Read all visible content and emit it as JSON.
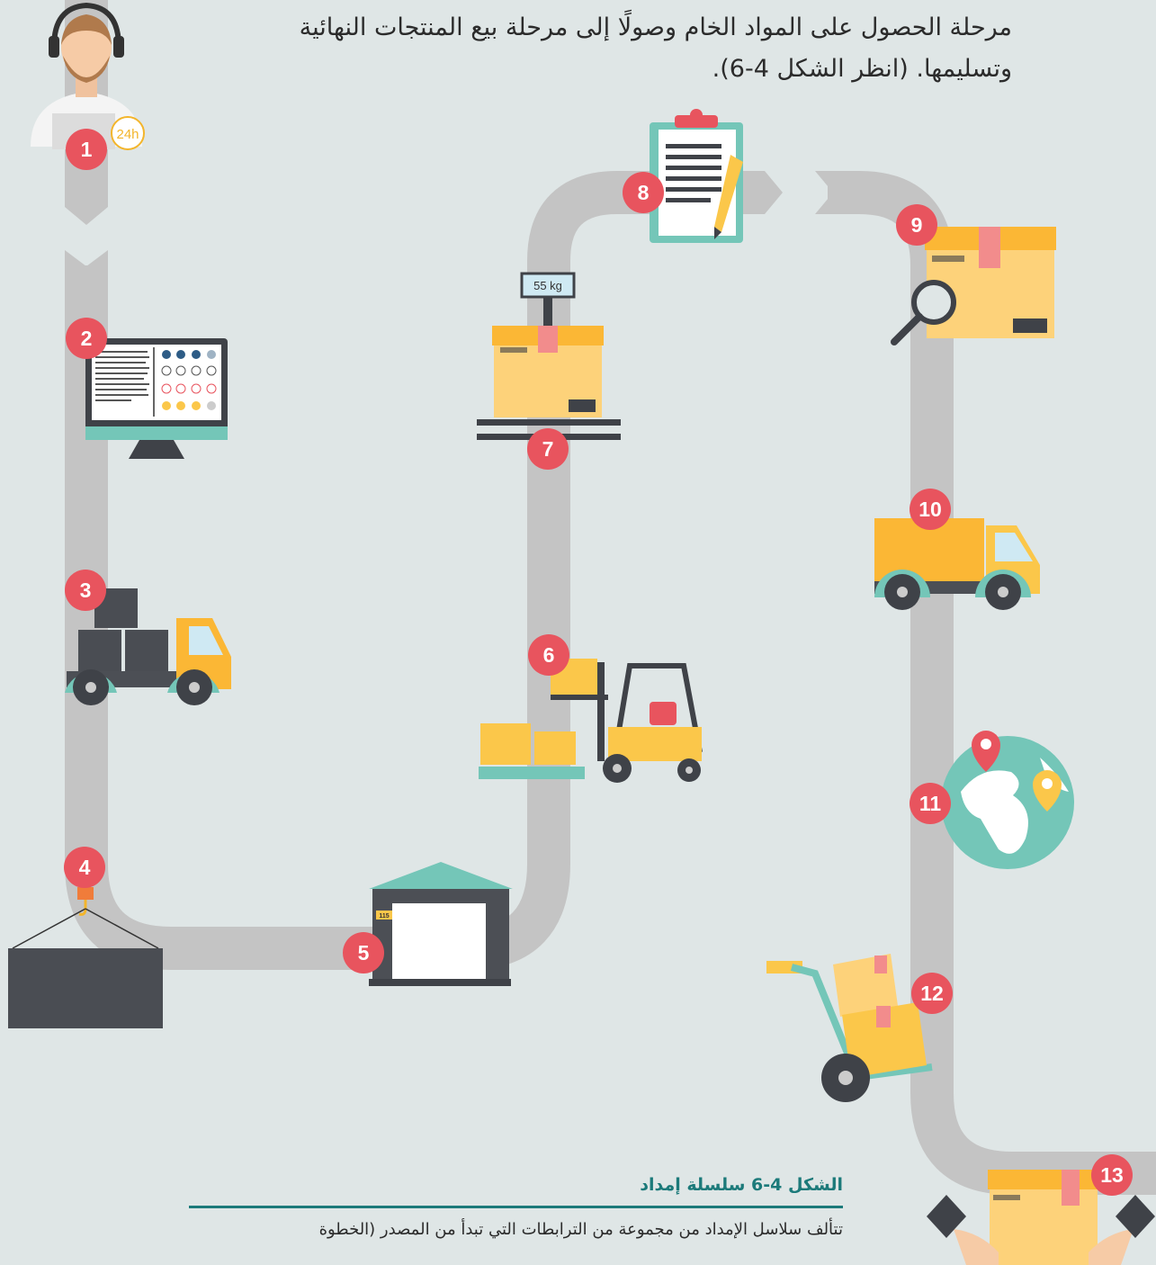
{
  "intro": {
    "line1": "مرحلة الحصول على المواد الخام وصولًا إلى مرحلة بيع المنتجات النهائية",
    "line2": "وتسليمها. (انظر الشكل 4-6)."
  },
  "figure": {
    "caption": "الشكل 4-6 سلسلة إمداد",
    "scale_label": "55 kg",
    "clock_label": "24h",
    "warehouse_label": "115",
    "steps": [
      "1",
      "2",
      "3",
      "4",
      "5",
      "6",
      "7",
      "8",
      "9",
      "10",
      "11",
      "12",
      "13"
    ]
  },
  "body": {
    "text": "تتألف سلاسل الإمداد من مجموعة من الترابطات التي تبدأ من المصدر (الخطوة"
  },
  "colors": {
    "background": "#dfe6e6",
    "road": "#c4c4c4",
    "badge": "#e8545e",
    "box": "#fbc74a",
    "truck": "#fbb735",
    "teal": "#74c6b8",
    "dark": "#4c4f55",
    "accent": "#1c7a7a"
  }
}
